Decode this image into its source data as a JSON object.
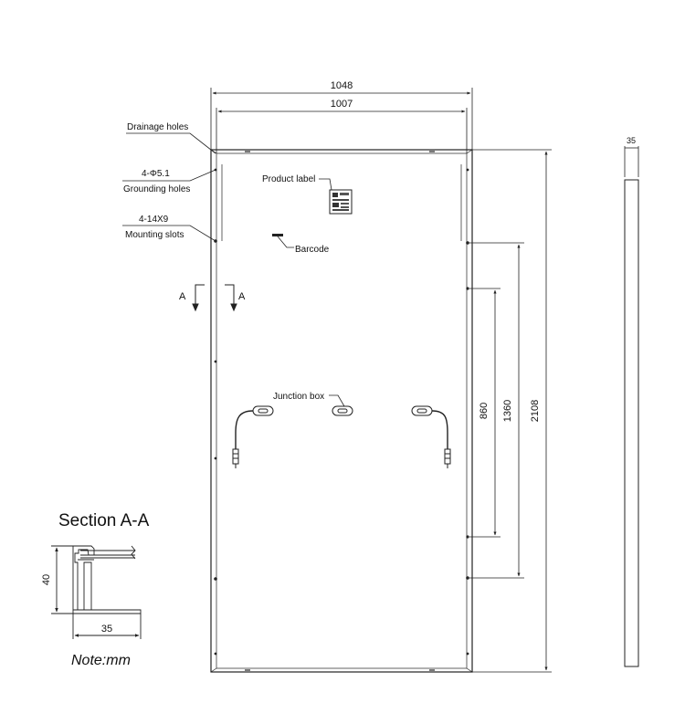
{
  "dimensions": {
    "overall_width": "1048",
    "inner_width": "1007",
    "height": "2108",
    "mount_1360": "1360",
    "mount_860": "860",
    "thickness": "35"
  },
  "labels": {
    "drainage_holes": "Drainage holes",
    "grounding_count": "4-Φ5.1",
    "grounding_holes": "Grounding holes",
    "mounting_count": "4-14X9",
    "mounting_slots": "Mounting slots",
    "product_label": "Product label",
    "barcode": "Barcode",
    "junction_box": "Junction box",
    "section_marker": "A"
  },
  "section": {
    "title": "Section A-A",
    "height": "40",
    "width": "35"
  },
  "note": "Note:mm"
}
